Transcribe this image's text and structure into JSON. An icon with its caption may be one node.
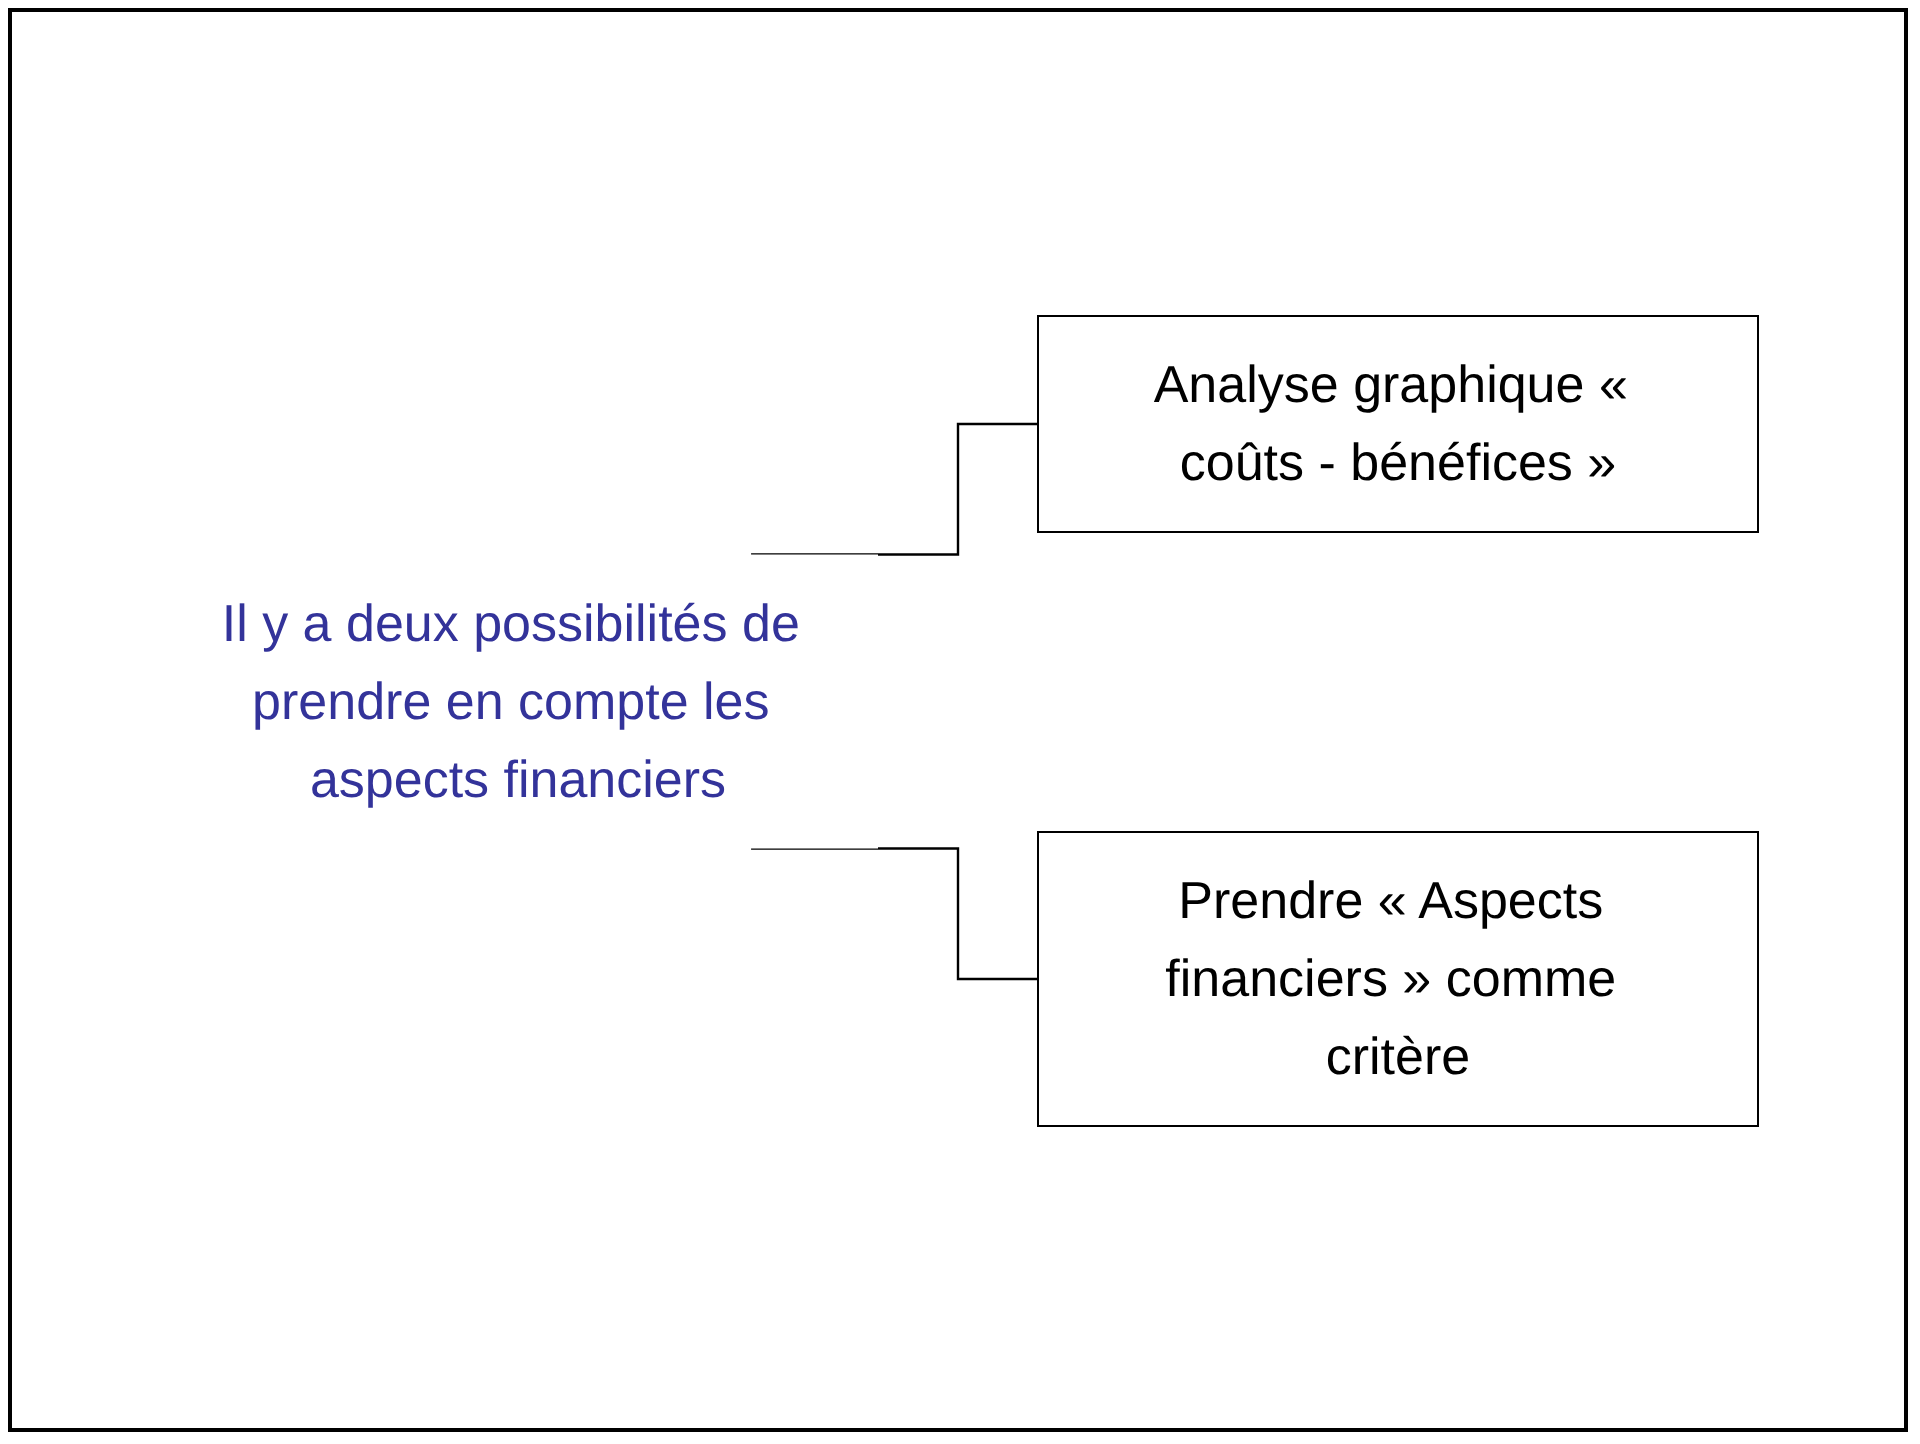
{
  "diagram": {
    "nodes": [
      {
        "text": [
          "Il y a deux possibilités de prendre en compte les aspects financiers"
        ]
      },
      {
        "text": [
          "Analyse graphique « coûts - bénéfices »"
        ]
      },
      {
        "text": [
          "Prendre « Aspects financiers » comme critère"
        ]
      }
    ],
    "edges": [
      {
        "from": 0,
        "to": 1,
        "arrow": "none"
      },
      {
        "from": 0,
        "to": 2,
        "arrow": "none"
      }
    ]
  }
}
